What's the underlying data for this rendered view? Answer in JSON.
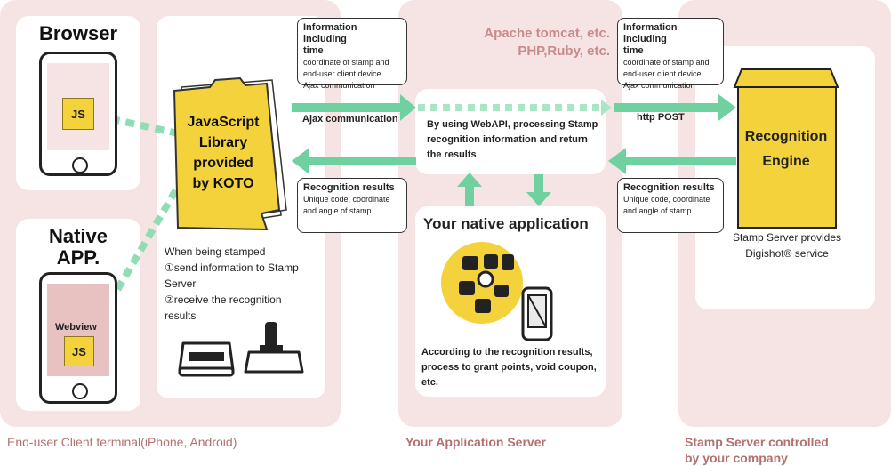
{
  "zones": {
    "client": "End-user Client terminal(iPhone, Android)",
    "app_server": "Your Application Server",
    "stamp_server_line1": "Stamp Server controlled",
    "stamp_server_line2": "by your company"
  },
  "devices": {
    "browser": "Browser",
    "native_line1": "Native",
    "native_line2": "APP.",
    "webview": "Webview",
    "js": "JS"
  },
  "library": {
    "line1": "JavaScript",
    "line2": "Library",
    "line3": "provided",
    "line4": "by KOTO"
  },
  "stamping": {
    "line1": "When being stamped",
    "line2": "①send information to Stamp",
    "line3": "Server",
    "line4": "②receive the recognition",
    "line5": "results"
  },
  "tech": {
    "line1": "Apache tomcat, etc.",
    "line2": "PHP,Ruby, etc."
  },
  "bubble_info": {
    "title1": "Information including",
    "title2": "time",
    "l1": "coordinate of stamp and",
    "l2": "end-user client device",
    "l3": "Ajax communication"
  },
  "bubble_result": {
    "title": "Recognition results",
    "l1": "Unique code, coordinate",
    "l2": "and angle of stamp"
  },
  "arrows": {
    "ajax": "Ajax communication",
    "http": "http POST"
  },
  "webapi": {
    "l1": "By using WebAPI, processing Stamp",
    "l2": "recognition information and return",
    "l3": "the results"
  },
  "native_app": {
    "title": "Your native application",
    "l1": "According to the recognition results,",
    "l2": "process to grant points, void coupon,",
    "l3": "etc."
  },
  "engine": {
    "line1": "Recognition",
    "line2": "Engine"
  },
  "stamp_server_desc": {
    "line1": "Stamp Server provides",
    "line2": "Digishot® service"
  },
  "colors": {
    "panel": "#f6e3e3",
    "arrow": "#6fd1a0",
    "yellow": "#f4d23c",
    "label": "#b56f6f"
  }
}
